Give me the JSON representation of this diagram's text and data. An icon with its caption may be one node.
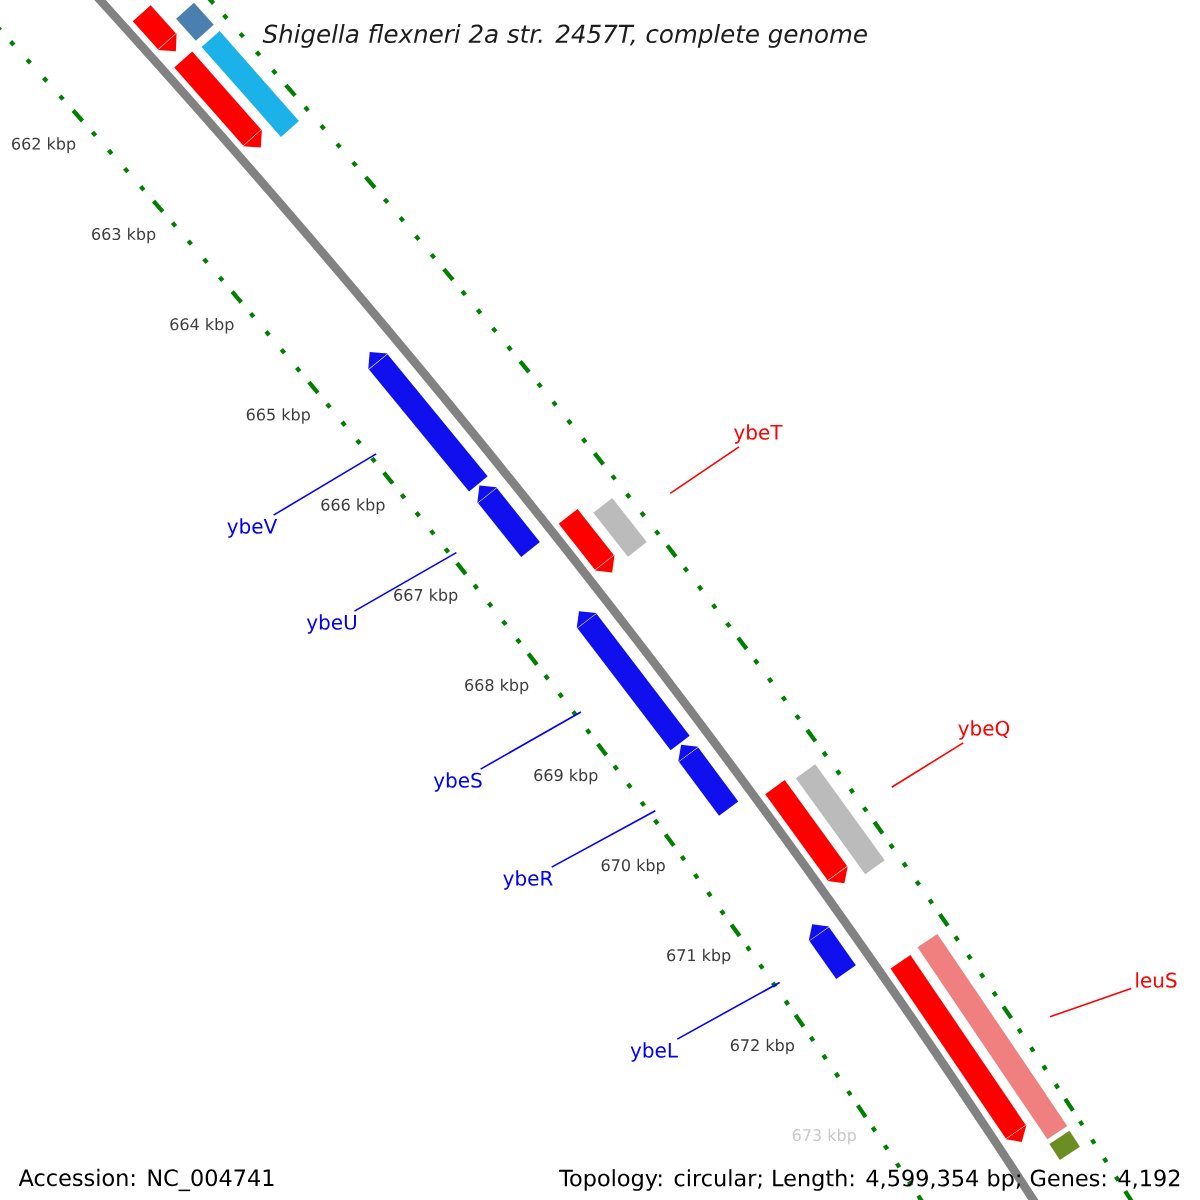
{
  "diagram": {
    "title": "Shigella flexneri 2a str. 2457T, complete genome",
    "nodes": [
      {
        "text": [
          "ybeT"
        ]
      },
      {
        "text": [
          "ybeV"
        ]
      },
      {
        "text": [
          "ybeU"
        ]
      },
      {
        "text": [
          "ybeQ"
        ]
      },
      {
        "text": [
          "ybeS"
        ]
      },
      {
        "text": [
          "ybeR"
        ]
      },
      {
        "text": [
          "leuS"
        ]
      },
      {
        "text": [
          "ybeL"
        ]
      },
      {
        "text": [],
        "shape": "bar"
      },
      {
        "text": [],
        "shape": "bar"
      },
      {
        "text": [],
        "shape": "bar"
      },
      {
        "text": [],
        "shape": "bar"
      },
      {
        "text": [],
        "shape": "bar"
      },
      {
        "text": [],
        "shape": "bar"
      },
      {
        "text": [],
        "shape": "bar"
      },
      {
        "text": [],
        "shape": "bar"
      },
      {
        "text": [],
        "shape": "bar"
      },
      {
        "text": [],
        "shape": "bar"
      },
      {
        "text": [],
        "shape": "bar"
      },
      {
        "text": [],
        "shape": "bar"
      },
      {
        "text": [],
        "shape": "bar"
      },
      {
        "text": [],
        "shape": "bar"
      },
      {
        "text": [],
        "shape": "bar"
      },
      {
        "text": [],
        "shape": "bar"
      }
    ],
    "edges": [
      {
        "from": 0,
        "to": 15,
        "arrow": "none",
        "color": "#ff0000"
      },
      {
        "from": 1,
        "to": 12,
        "arrow": "none"
      },
      {
        "from": 2,
        "to": 13,
        "arrow": "none"
      },
      {
        "from": 3,
        "to": 19,
        "arrow": "none",
        "color": "#ff0000"
      },
      {
        "from": 4,
        "to": 16,
        "arrow": "none"
      },
      {
        "from": 5,
        "to": 17,
        "arrow": "none"
      },
      {
        "from": 6,
        "to": 22,
        "arrow": "none",
        "color": "#ff0000"
      },
      {
        "from": 7,
        "to": 20,
        "arrow": "none"
      }
    ],
    "labels": [
      "662 kbp",
      "663 kbp",
      "664 kbp",
      "665 kbp",
      "666 kbp",
      "667 kbp",
      "668 kbp",
      "669 kbp",
      "670 kbp",
      "671 kbp",
      "672 kbp",
      "673 kbp",
      "Accession: NC_004741",
      "Topology: circular; Length: 4,599,354 bp; Genes: 4,192"
    ]
  }
}
